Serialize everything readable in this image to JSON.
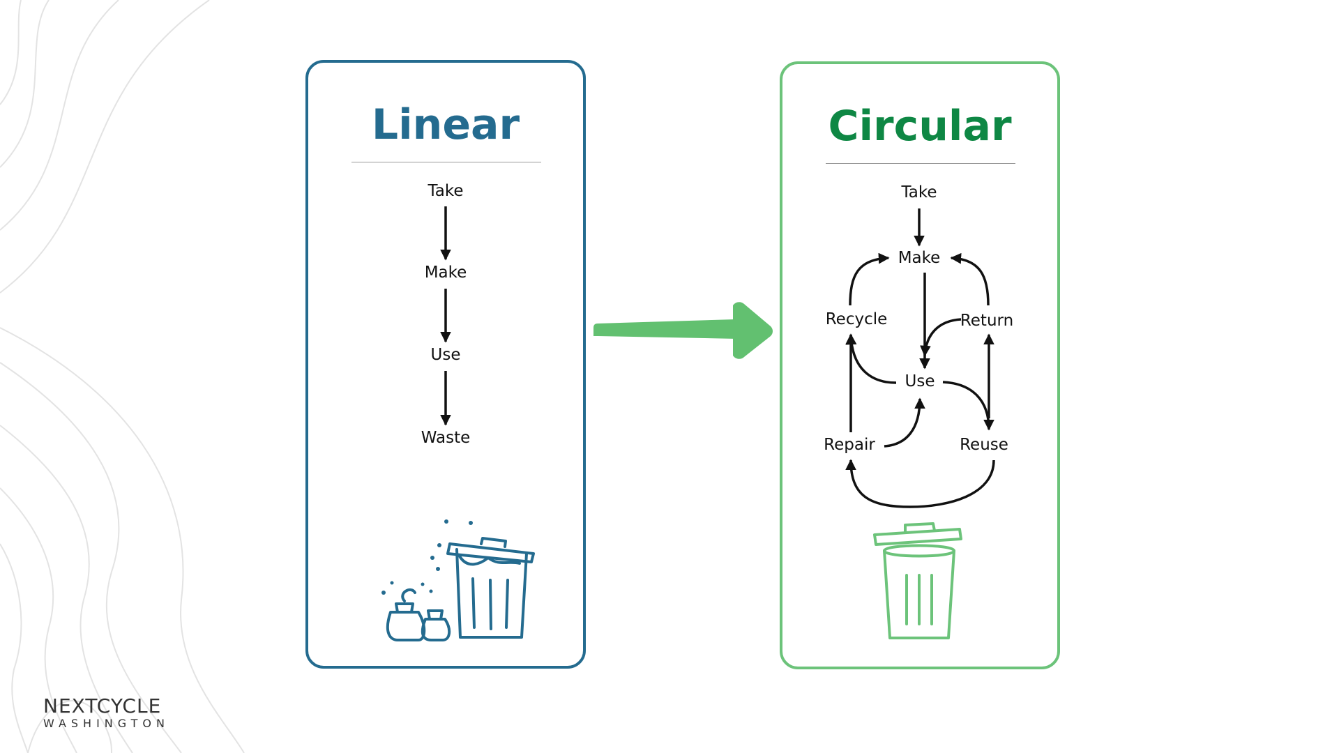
{
  "linear": {
    "title": "Linear",
    "steps": [
      "Take",
      "Make",
      "Use",
      "Waste"
    ],
    "color": "#246b8f"
  },
  "circular": {
    "title": "Circular",
    "nodes": {
      "take": "Take",
      "make": "Make",
      "recycle": "Recycle",
      "return": "Return",
      "use": "Use",
      "repair": "Repair",
      "reuse": "Reuse"
    },
    "color": "#0e8744",
    "border_color": "#6cc37a"
  },
  "logo": {
    "line1": "NEXTCYCLE",
    "line2": "WASHINGTON"
  }
}
